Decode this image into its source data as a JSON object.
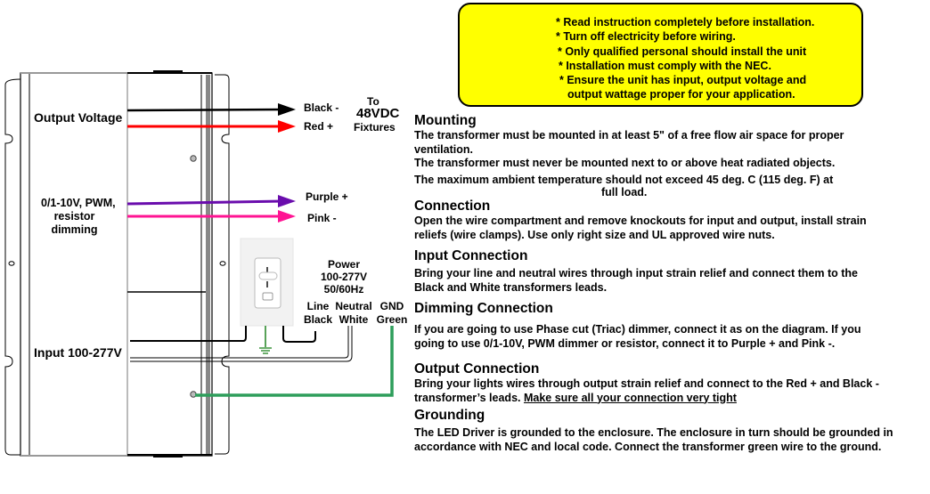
{
  "warning": {
    "icon": "warning-triangle-icon",
    "lines": [
      "* Read instruction completely before installation.",
      "* Turn off electricity before wiring.",
      "* Only qualified personal should install the unit",
      "* Installation must comply with the NEC.",
      "* Ensure the unit has input, output voltage and",
      "output wattage proper for your application."
    ]
  },
  "diagram": {
    "output_voltage_label": "Output Voltage",
    "dimming_label_lines": [
      "0/1-10V, PWM,",
      "resistor",
      "dimming"
    ],
    "input_label": "Input 100-277V",
    "wires": {
      "black_out": "Black -",
      "red_out": "Red +",
      "purple": "Purple +",
      "pink": "Pink -"
    },
    "fixtures": {
      "to": "To",
      "voltage": "48VDC",
      "fixtures": "Fixtures"
    },
    "power": {
      "title": "Power",
      "voltage": "100-277V",
      "freq": "50/60Hz"
    },
    "leads": {
      "line": "Line",
      "line_color": "Black",
      "neutral": "Neutral",
      "neutral_color": "White",
      "gnd": "GND",
      "gnd_color": "Green"
    },
    "colors": {
      "black": "#000000",
      "red": "#ff0000",
      "purple": "#6a0dad",
      "pink": "#ff1493",
      "green": "#2e9e5b",
      "ground_symbol": "#2e8b2e",
      "warning_bg": "#ffff00"
    }
  },
  "instructions": [
    {
      "heading": "Mounting",
      "paragraphs": [
        "The transformer must be mounted in at least 5\" of a free flow air space for proper ventilation.",
        "The transformer must never be mounted next to or above heat radiated objects.",
        "The maximum ambient temperature should not exceed 45 deg. C (115 deg. F) at",
        "full load."
      ]
    },
    {
      "heading": "Connection",
      "paragraphs": [
        "Open the wire compartment and remove knockouts for input and output,  install strain reliefs (wire clamps). Use only right size and UL approved wire nuts."
      ]
    },
    {
      "heading": "Input Connection",
      "paragraphs": [
        "Bring your line and neutral wires through input strain relief and connect them to the Black  and  White transformers leads."
      ]
    },
    {
      "heading": "Dimming Connection",
      "paragraphs": [
        "If you are going to use Phase cut (Triac) dimmer, connect it as on the diagram. If you going to use 0/1-10V, PWM dimmer or resistor, connect it to Purple + and Pink -."
      ]
    },
    {
      "heading": "Output Connection",
      "paragraphs": [
        "Bring your lights wires through output strain relief and connect  to the Red +  and Black - transformer’s leads."
      ],
      "emphasis": "Make sure all your connection very tight"
    },
    {
      "heading": "Grounding",
      "paragraphs": [
        "The LED Driver is grounded to the enclosure. The enclosure in turn should be grounded in accordance with NEC and local code. Connect the transformer green wire to the ground."
      ]
    }
  ]
}
